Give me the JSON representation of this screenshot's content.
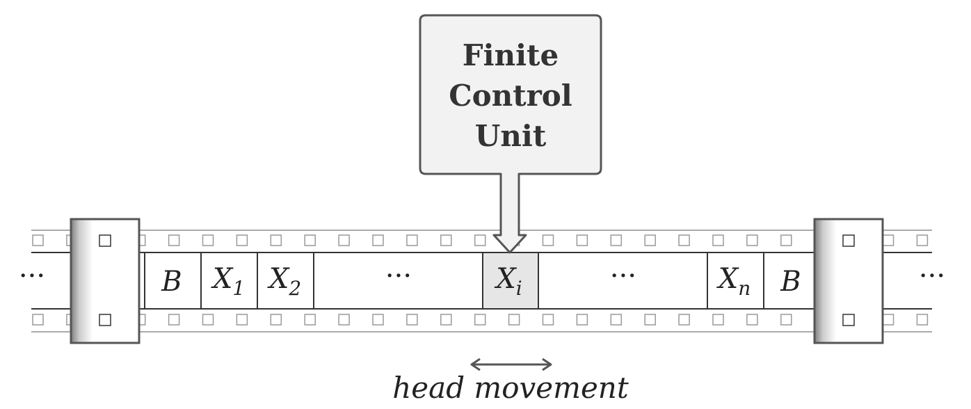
{
  "finite_control": {
    "line1": "Finite",
    "line2": "Control",
    "line3": "Unit"
  },
  "tape": {
    "cells": [
      {
        "main": "B",
        "sub": ""
      },
      {
        "main": "X",
        "sub": "1"
      },
      {
        "main": "X",
        "sub": "2"
      },
      {
        "main": "",
        "sub": "",
        "ellipsis": "···"
      },
      {
        "main": "X",
        "sub": "i",
        "head": true
      },
      {
        "main": "",
        "sub": "",
        "ellipsis": "···"
      },
      {
        "main": "X",
        "sub": "n"
      },
      {
        "main": "B",
        "sub": ""
      }
    ],
    "left_ellipsis": "···",
    "right_ellipsis": "···"
  },
  "head_movement_label": "head movement",
  "colors": {
    "head_cell_fill": "#e6e6e6",
    "box_fill": "#f2f2f2",
    "outline": "#555555"
  }
}
